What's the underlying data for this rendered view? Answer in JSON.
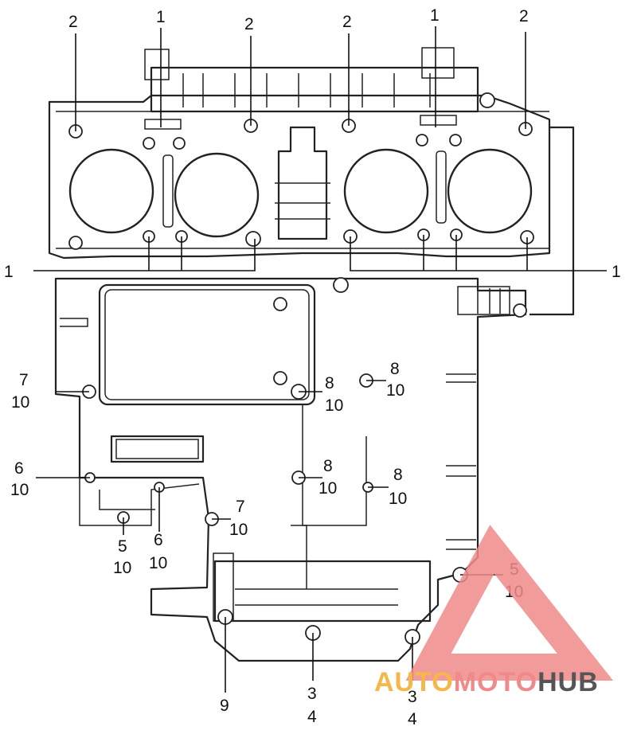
{
  "callouts": {
    "top_1_left": "1",
    "top_1_right": "1",
    "top_2_a": "2",
    "top_2_b": "2",
    "top_2_c": "2",
    "top_2_d": "2",
    "side_1_left": "1",
    "side_1_right": "1",
    "c7": "7",
    "c10_a": "10",
    "c8_a": "8",
    "c10_b": "10",
    "c8_b": "8",
    "c10_c": "10",
    "c6_a": "6",
    "c10_d": "10",
    "c8_c": "8",
    "c10_e": "10",
    "c8_d": "8",
    "c10_f": "10",
    "c7_b": "7",
    "c10_g": "10",
    "c5_a": "5",
    "c10_h": "10",
    "c6_b": "6",
    "c10_i": "10",
    "c5_b": "5",
    "c10_j": "10",
    "c9": "9",
    "c3_a": "3",
    "c4_a": "4",
    "c3_b": "3",
    "c4_b": "4"
  },
  "watermark": {
    "part1": "AUTO",
    "part2": "MOTO",
    "part3": "HUB",
    "color_auto": "#f5b64a",
    "color_moto": "#f08a8a",
    "color_hub": "#555555"
  }
}
